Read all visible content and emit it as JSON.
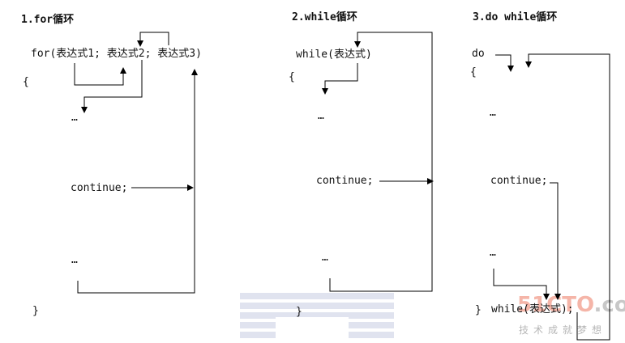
{
  "sections": {
    "for": {
      "title": "1.for循环",
      "header": "for(表达式1; 表达式2; 表达式3)",
      "open_brace": "{",
      "dots1": "…",
      "continue": "continue;",
      "dots2": "…",
      "close_brace": "}"
    },
    "while": {
      "title": "2.while循环",
      "header": "while(表达式)",
      "open_brace": "{",
      "dots1": "…",
      "continue": "continue;",
      "dots2": "…",
      "close_brace": "}"
    },
    "dowhile": {
      "title": "3.do while循环",
      "do": "do",
      "open_brace": "{",
      "dots1": "…",
      "continue": "continue;",
      "dots2": "…",
      "close_brace": "}",
      "footer": "while(表达式);"
    }
  },
  "watermark": {
    "logo": "51CTO",
    "logo_suffix": ".com",
    "tagline": "技术成就梦想"
  },
  "colors": {
    "line": "#000000",
    "watermark_red": "#f5b5a8",
    "watermark_gray": "#b7b7b7",
    "bg_shape": "#c7cde3"
  }
}
